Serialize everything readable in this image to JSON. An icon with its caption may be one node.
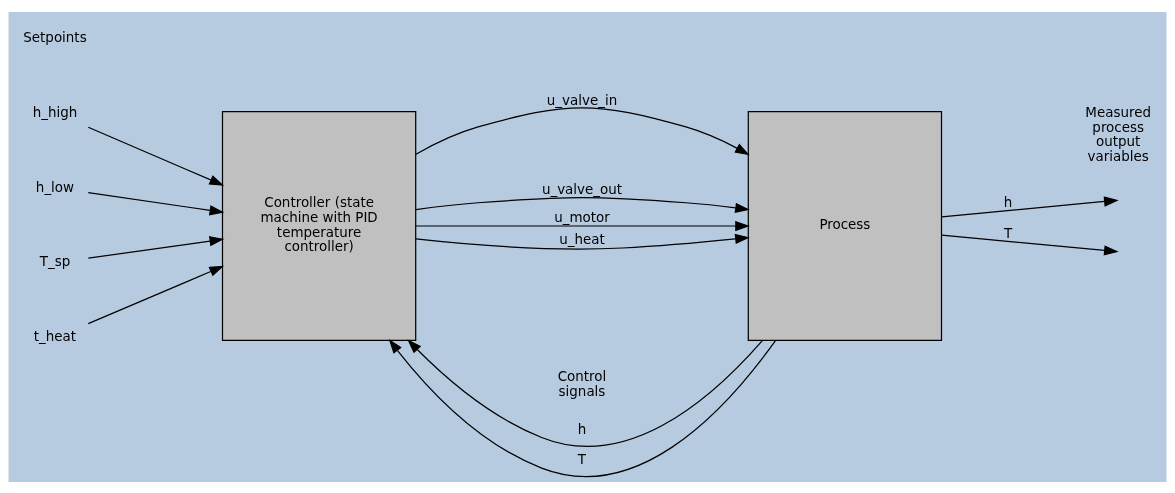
{
  "diagram": {
    "nodes": [
      {
        "text": [
          "h_high"
        ]
      },
      {
        "text": [
          "h_low"
        ]
      },
      {
        "text": [
          "T_sp"
        ]
      },
      {
        "text": [
          "t_heat"
        ]
      },
      {
        "text": [
          "Controller (state machine with PID temperature controller)"
        ]
      },
      {
        "text": [
          "Process"
        ]
      }
    ],
    "edges": [
      {
        "from": 0,
        "to": 4,
        "arrow": "to"
      },
      {
        "from": 1,
        "to": 4,
        "arrow": "to"
      },
      {
        "from": 2,
        "to": 4,
        "arrow": "to"
      },
      {
        "from": 3,
        "to": 4,
        "arrow": "to"
      },
      {
        "from": 4,
        "to": 5,
        "arrow": "to",
        "label": "u_valve_in"
      },
      {
        "from": 4,
        "to": 5,
        "arrow": "to",
        "label": "u_valve_out"
      },
      {
        "from": 4,
        "to": 5,
        "arrow": "to",
        "label": "u_motor"
      },
      {
        "from": 4,
        "to": 5,
        "arrow": "to",
        "label": "u_heat"
      },
      {
        "from": 5,
        "to": null,
        "arrow": "to",
        "label": "h"
      },
      {
        "from": 5,
        "to": null,
        "arrow": "to",
        "label": "T"
      },
      {
        "from": 5,
        "to": 4,
        "arrow": "to",
        "label": "h"
      },
      {
        "from": 5,
        "to": 4,
        "arrow": "to",
        "label": "T"
      }
    ],
    "labels": [
      "Setpoints",
      "Control signals",
      "Measured process output variables"
    ]
  }
}
